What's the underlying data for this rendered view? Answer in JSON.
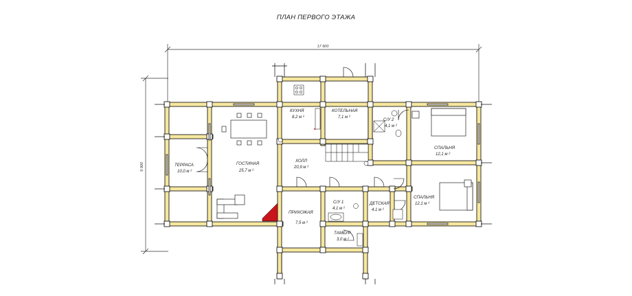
{
  "title": "ПЛАН ПЕРВОГО ЭТАЖА",
  "dimensions": {
    "width": "17 900",
    "height": "9 900"
  },
  "rooms": {
    "kitchen": {
      "name": "КУХНЯ",
      "area": "8,2 м ²"
    },
    "boiler": {
      "name": "КОТЕЛЬНАЯ",
      "area": "7,1 м ²"
    },
    "bath2": {
      "name": "С/У 2",
      "area": "4,1 м ²"
    },
    "bedroom1": {
      "name": "СПАЛЬНЯ",
      "area": "12,1 м ²"
    },
    "terrace": {
      "name": "ТЕРРАСА",
      "area": "10,0 м ²"
    },
    "living": {
      "name": "ГОСТИНАЯ",
      "area": "25,7 м ²"
    },
    "hall": {
      "name": "ХОЛЛ",
      "area": "20,9 м ²"
    },
    "bath1": {
      "name": "С/У 1",
      "area": "4,1 м ²"
    },
    "kids": {
      "name": "ДЕТСКАЯ",
      "area": "4,1 м ²"
    },
    "bedroom2": {
      "name": "СПАЛЬНЯ",
      "area": "12,1 м ²"
    },
    "entry": {
      "name": "ПРИХОЖАЯ",
      "area": "7,5 м ²"
    },
    "vestibule": {
      "name": "ТАМБУР",
      "area": "3,0 м ²"
    }
  },
  "colors": {
    "log_wall": "#f6e7a0",
    "wall_line": "#000000",
    "fireplace": "#c8161c",
    "dim_line": "#333333"
  }
}
